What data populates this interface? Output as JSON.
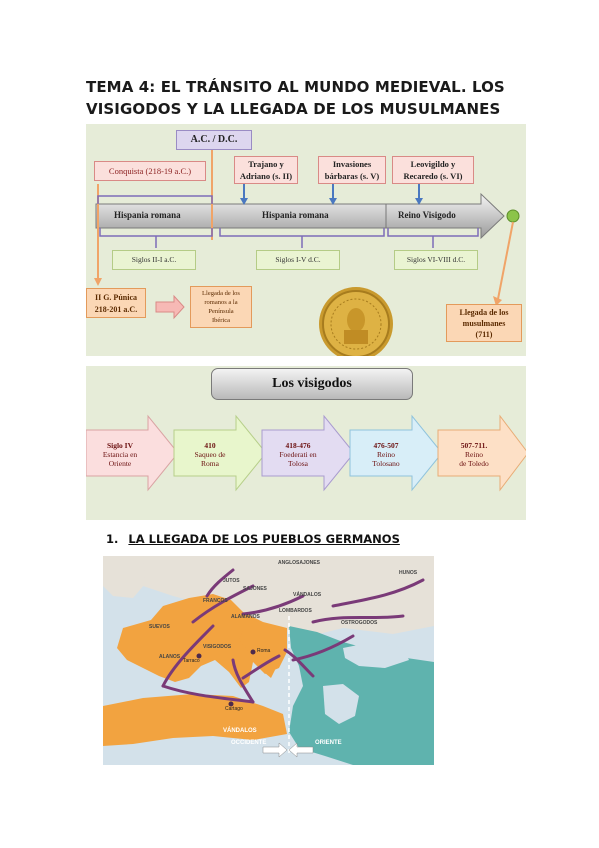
{
  "title": {
    "line1": "TEMA 4: EL TRÁNSITO AL MUNDO MEDIEVAL. LOS",
    "line2": "VISIGODOS Y LA LLEGADA DE LOS MUSULMANES"
  },
  "timeline": {
    "ac_dc": "A.C. / D.C.",
    "conquista": "Conquista (218-19 a.C.)",
    "trajano_1": "Trajano y",
    "trajano_2": "Adriano (s. II)",
    "invasiones_1": "Invasiones",
    "invasiones_2": "bárbaras (s. V)",
    "leovigildo_1": "Leovigildo y",
    "leovigildo_2": "Recaredo (s. VI)",
    "era1": "Hispania romana",
    "era2": "Hispania romana",
    "era3": "Reino Visigodo",
    "siglos1": "Siglos II-I a.C.",
    "siglos2": "Siglos I-V d.C.",
    "siglos3": "Siglos VI-VIII d.C.",
    "punica_1": "II G. Púnica",
    "punica_2": "218-201 a.C.",
    "llegada_romanos_1": "Llegada de los",
    "llegada_romanos_2": "romanos a la",
    "llegada_romanos_3": "Península",
    "llegada_romanos_4": "Ibérica",
    "musulmanes_1": "Llegada de los",
    "musulmanes_2": "musulmanes",
    "musulmanes_3": "(711)"
  },
  "visigodos": {
    "title": "Los visigodos",
    "steps": [
      {
        "l1": "Siglo IV",
        "l2": "Estancia en",
        "l3": "Oriente",
        "color": "#fbdede"
      },
      {
        "l1": "410",
        "l2": "Saqueo de",
        "l3": "Roma",
        "color": "#e8f6cc"
      },
      {
        "l1": "418-476",
        "l2": "Foederati en",
        "l3": "Tolosa",
        "color": "#e3dcf2"
      },
      {
        "l1": "476-507",
        "l2": "Reino",
        "l3": "Tolosano",
        "color": "#d8eef8"
      },
      {
        "l1": "507-711.",
        "l2": "Reino",
        "l3": "de Toledo",
        "color": "#fde0c6"
      }
    ]
  },
  "section": {
    "number": "1.",
    "title": "LA LLEGADA DE LOS PUEBLOS GERMANOS"
  },
  "map": {
    "labels": {
      "anglosajones": "ANGLOSAJONES",
      "jutos": "JUTOS",
      "sajones": "SAJONES",
      "francos": "FRANCOS",
      "suevos": "SUEVOS",
      "alamanos": "ALAMANOS",
      "vandalos": "VÁNDALOS",
      "lombardos": "LOMBARDOS",
      "ostrogodos": "OSTROGODOS",
      "visigodos": "VISIGODOS",
      "hunos": "HUNOS",
      "alanos": "ALANOS",
      "roma": "Roma",
      "tarragona": "Tarraco",
      "cartago": "Cartago",
      "occidente": "OCCIDENTE",
      "oriente": "ORIENTE"
    }
  }
}
